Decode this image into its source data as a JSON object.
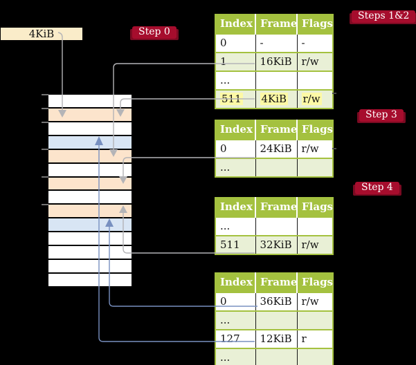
{
  "labels": {
    "box_4kib": "4KiB",
    "step0": "Step 0",
    "steps12": "Steps 1&2",
    "step3": "Step 3",
    "step4": "Step 4"
  },
  "colors": {
    "green": "#a4c13f",
    "rowgreen": "#e9f0d6",
    "peach": "#fce4cc",
    "rowblue": "#d8e5f4",
    "cream": "#faecc9",
    "red": "#a60d2d",
    "redshadow": "#7b0a22",
    "yellow": "#fdf9a6",
    "gray": "#b4b4b7",
    "blue": "#7890c0"
  },
  "memory_column": {
    "rows": [
      "white",
      "peach",
      "white",
      "blue",
      "peach",
      "white",
      "peach",
      "white",
      "peach",
      "blue",
      "white",
      "white",
      "white",
      "white"
    ]
  },
  "page_tables": [
    {
      "name": "page-table-steps-1-2",
      "headers": [
        "Index",
        "Frame",
        "Flags"
      ],
      "rows": [
        {
          "index": "0",
          "frame": "-",
          "flags": "-",
          "shaded": false,
          "highlighted": false
        },
        {
          "index": "1",
          "frame": "16KiB",
          "flags": "r/w",
          "shaded": true,
          "highlighted": false
        },
        {
          "index": "...",
          "frame": "",
          "flags": "",
          "shaded": false,
          "highlighted": false
        },
        {
          "index": "511",
          "frame": "4KiB",
          "flags": "r/w",
          "shaded": true,
          "highlighted": true
        }
      ]
    },
    {
      "name": "page-table-step-3",
      "headers": [
        "Index",
        "Frame",
        "Flags"
      ],
      "rows": [
        {
          "index": "0",
          "frame": "24KiB",
          "flags": "r/w",
          "shaded": false,
          "highlighted": false
        },
        {
          "index": "...",
          "frame": "",
          "flags": "",
          "shaded": true,
          "highlighted": false
        }
      ]
    },
    {
      "name": "page-table-step-4",
      "headers": [
        "Index",
        "Frame",
        "Flags"
      ],
      "rows": [
        {
          "index": "...",
          "frame": "",
          "flags": "",
          "shaded": false,
          "highlighted": false
        },
        {
          "index": "511",
          "frame": "32KiB",
          "flags": "r/w",
          "shaded": true,
          "highlighted": false
        }
      ]
    },
    {
      "name": "page-table-final",
      "headers": [
        "Index",
        "Frame",
        "Flags"
      ],
      "rows": [
        {
          "index": "0",
          "frame": "36KiB",
          "flags": "r/w",
          "shaded": false,
          "highlighted": false
        },
        {
          "index": "...",
          "frame": "",
          "flags": "",
          "shaded": true,
          "highlighted": false
        },
        {
          "index": "127",
          "frame": "12KiB",
          "flags": "r",
          "shaded": false,
          "highlighted": false
        },
        {
          "index": "...",
          "frame": "",
          "flags": "",
          "shaded": true,
          "highlighted": false
        }
      ]
    }
  ]
}
